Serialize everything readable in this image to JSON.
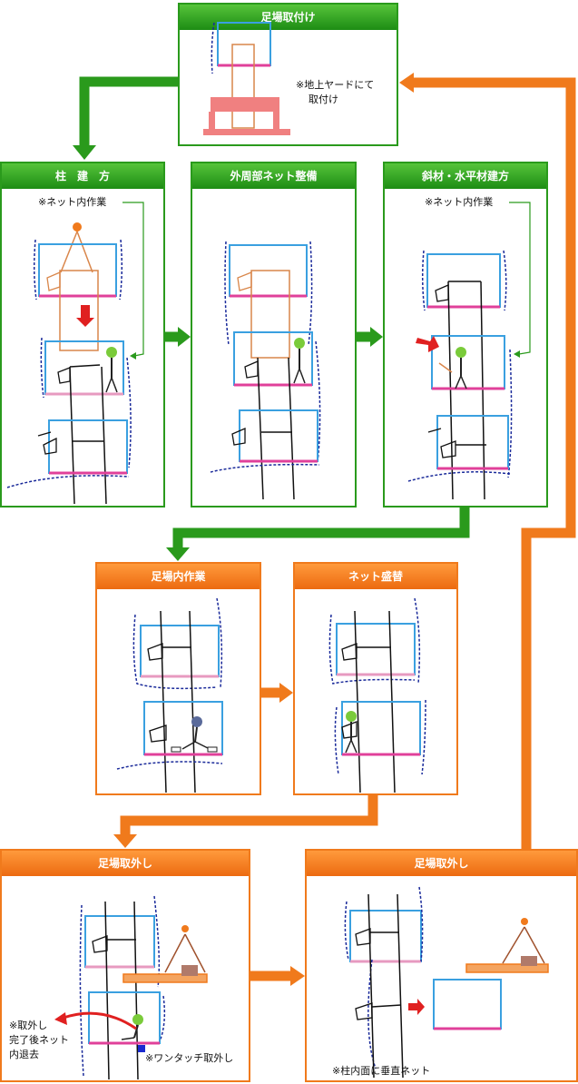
{
  "steps": [
    {
      "id": "s1",
      "title": "足場取付け",
      "note_lines": [
        "※地上ヤードにて",
        "取付け"
      ]
    },
    {
      "id": "s2",
      "title": "柱　建　方",
      "note": "※ネット内作業"
    },
    {
      "id": "s3",
      "title": "外周部ネット整備"
    },
    {
      "id": "s4",
      "title": "斜材・水平材建方",
      "note": "※ネット内作業"
    },
    {
      "id": "s5",
      "title": "足場内作業"
    },
    {
      "id": "s6",
      "title": "ネット盛替"
    },
    {
      "id": "s7",
      "title": "足場取外し",
      "note_left_lines": [
        "※取外し",
        "完了後ネット",
        "内退去"
      ],
      "note_bottom": "※ワンタッチ取外し"
    },
    {
      "id": "s8",
      "title": "足場取外し",
      "note": "※柱内面に垂直ネット"
    }
  ],
  "colors": {
    "green": "#2a9a1c",
    "orange": "#f07a1c",
    "scaffold_blue": "#3aa0e0",
    "deck_pink": "#e0409a",
    "net_navy": "#1a2a9a",
    "member_brown": "#d9864a",
    "arrow_red": "#e02020"
  },
  "icons": [
    "crane-hook-icon",
    "worker-icon",
    "red-down-arrow-icon",
    "red-right-arrow-icon",
    "red-curved-arrow-icon",
    "one-touch-clip-icon"
  ]
}
